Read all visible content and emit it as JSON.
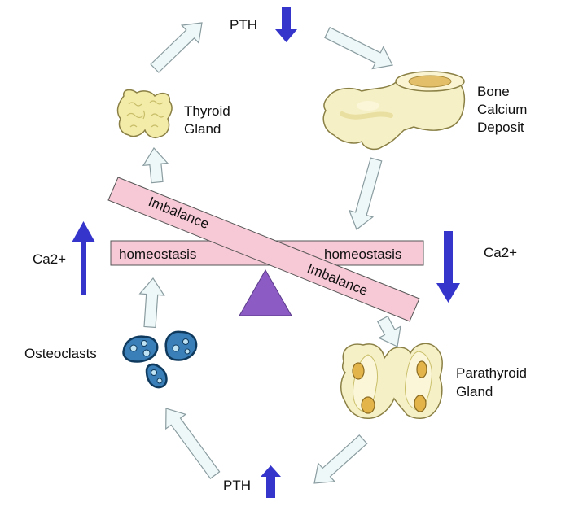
{
  "labels": {
    "pth_top": "PTH",
    "pth_bottom": "PTH",
    "thyroid": [
      "Thyroid",
      "Gland"
    ],
    "bone": [
      "Bone",
      "Calcium",
      "Deposit"
    ],
    "parathyroid": [
      "Parathyroid",
      "Gland"
    ],
    "osteoclasts": "Osteoclasts",
    "ca_left": "Ca2+",
    "ca_right": "Ca2+",
    "homeostasis_left": "homeostasis",
    "homeostasis_right": "homeostasis",
    "imbalance_top": "Imbalance",
    "imbalance_bottom": "Imbalance"
  },
  "colors": {
    "flow_arrow_fill": "#eef8f8",
    "flow_arrow_stroke": "#8a9ca0",
    "indicator_arrow": "#3535cc",
    "bar_fill": "#f7c8d6",
    "bar_stroke": "#555555",
    "fulcrum": "#8c5cc4",
    "gland_fill": "#f6f0c6",
    "gland_stroke": "#8a8045",
    "spot_fill": "#e2b44a",
    "cell_fill": "#3a7fb8",
    "cell_dark": "#0f3a5e"
  },
  "icons": {
    "indicators": [
      "arrow-down-icon",
      "arrow-up-icon",
      "arrow-up-icon",
      "arrow-down-icon"
    ],
    "illustrations": [
      "thyroid-gland-illustration",
      "bone-illustration",
      "parathyroid-gland-illustration",
      "osteoclast-cells-illustration"
    ]
  }
}
